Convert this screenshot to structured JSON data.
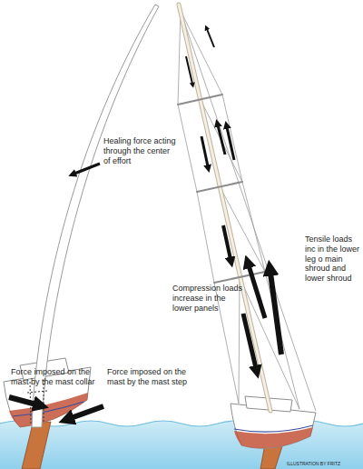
{
  "diagram": {
    "labels": [
      "Healing force acting through the center of effort",
      "Force imposed on the mast by the mast collar",
      "Force imposed on the mast by the mast step",
      "Compression loads increase in the lower panels",
      "Tensile loads inc in the lower leg o main shroud and lower shroud",
      "ILLUSTRATION BY FRITZ"
    ]
  }
}
